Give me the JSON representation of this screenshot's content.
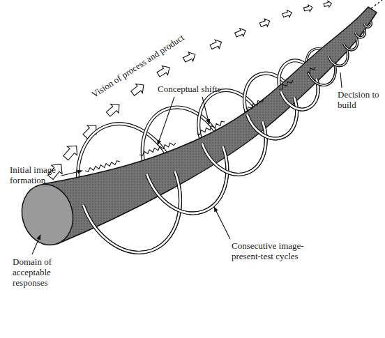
{
  "diagram": {
    "labels": [
      "Vision of process and product",
      "Conceptual shifts",
      "Decision to build",
      "Initial image formation",
      "Consecutive image-present-test cycles",
      "Domain of acceptable responses"
    ]
  }
}
